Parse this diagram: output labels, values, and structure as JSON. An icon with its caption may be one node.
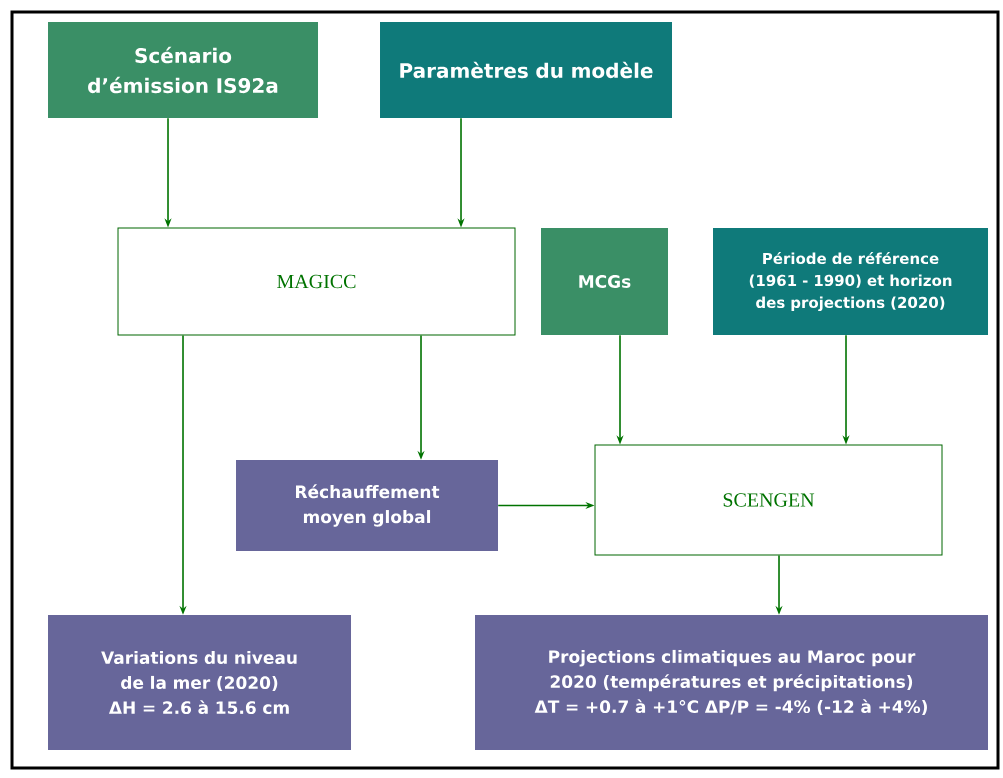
{
  "diagram": {
    "nodes": [
      {
        "text": [
          "Scénario d’émission IS92a"
        ]
      },
      {
        "text": [
          "Paramètres du modèle"
        ]
      },
      {
        "text": [
          "MAGICC"
        ]
      },
      {
        "text": [
          "MCGs"
        ]
      },
      {
        "text": [
          "Période de référence (1961 - 1990) et horizon des projections (2020)"
        ]
      },
      {
        "text": [
          "Réchauffement moyen global"
        ]
      },
      {
        "text": [
          "SCENGEN"
        ]
      },
      {
        "text": [
          "Variations du niveau de la mer (2020) ΔH = 2.6 à 15.6 cm"
        ]
      },
      {
        "text": [
          "Projections climatiques au Maroc pour 2020 (températures et précipitations) ΔT = +0.7 à +1°C  ΔP/P = -4% (-12 à +4%)"
        ]
      }
    ],
    "edges": [
      {
        "from": 0,
        "to": 2,
        "arrow": "to"
      },
      {
        "from": 1,
        "to": 2,
        "arrow": "to"
      },
      {
        "from": 2,
        "to": 7,
        "arrow": "to"
      },
      {
        "from": 2,
        "to": 5,
        "arrow": "to"
      },
      {
        "from": 3,
        "to": 6,
        "arrow": "to"
      },
      {
        "from": 4,
        "to": 6,
        "arrow": "to"
      },
      {
        "from": 5,
        "to": 6,
        "arrow": "to"
      },
      {
        "from": 6,
        "to": 8,
        "arrow": "to"
      }
    ]
  }
}
